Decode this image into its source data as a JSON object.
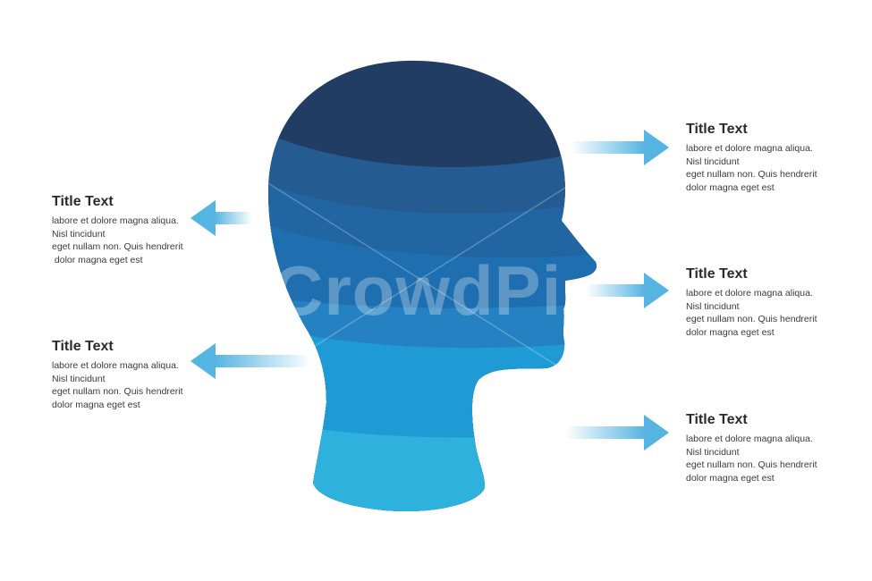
{
  "colors": {
    "band_1": "#223d64",
    "band_2": "#245b91",
    "band_3": "#2166a3",
    "band_4": "#1f6fb0",
    "band_5": "#2581c1",
    "band_6": "#1e9ad5",
    "band_7": "#2fb1dd",
    "arrow": "#55b4e2",
    "title_text": "#2b2b2b",
    "body_text": "#3a3a3a"
  },
  "watermark": "CrowdPi",
  "callouts": [
    {
      "title": "Title Text",
      "lines": [
        "labore et dolore magna aliqua.",
        "Nisl tincidunt",
        "eget nullam non. Quis hendrerit",
        " dolor magna eget est"
      ]
    },
    {
      "title": "Title Text",
      "lines": [
        "labore et dolore magna aliqua.",
        "Nisl tincidunt",
        "eget nullam non. Quis hendrerit",
        "dolor magna eget est"
      ]
    },
    {
      "title": "Title Text",
      "lines": [
        "labore et dolore magna aliqua.",
        "Nisl tincidunt",
        "eget nullam non. Quis hendrerit",
        "dolor magna eget est"
      ]
    },
    {
      "title": "Title Text",
      "lines": [
        "labore et dolore magna aliqua.",
        "Nisl tincidunt",
        "eget nullam non. Quis hendrerit",
        "dolor magna eget est"
      ]
    },
    {
      "title": "Title Text",
      "lines": [
        "labore et dolore magna aliqua.",
        "Nisl tincidunt",
        "eget nullam non. Quis hendrerit",
        "dolor magna eget est"
      ]
    }
  ]
}
